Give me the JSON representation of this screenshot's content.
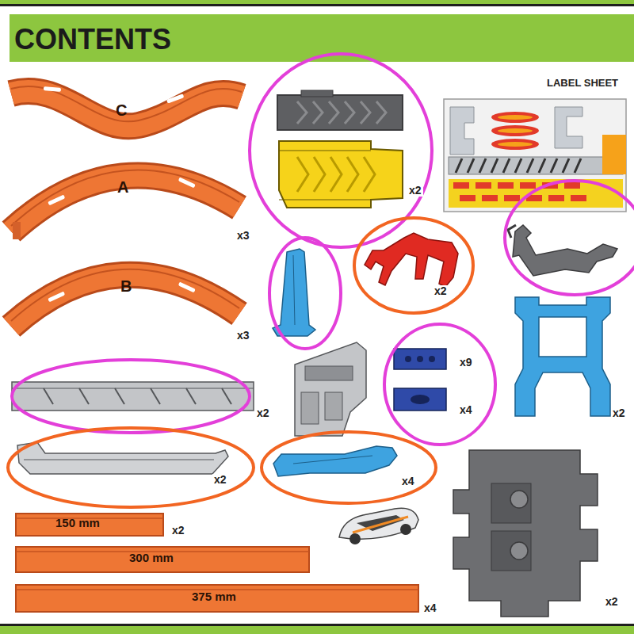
{
  "diagram": {
    "title": "CONTENTS",
    "labels": [
      "LABEL SHEET",
      "C",
      "A",
      "x3",
      "x2",
      "B",
      "x3",
      "x2",
      "x9",
      "x4",
      "x2",
      "x2",
      "x2",
      "x4",
      "150 mm",
      "x2",
      "300 mm",
      "375 mm",
      "x4",
      "x2"
    ]
  }
}
